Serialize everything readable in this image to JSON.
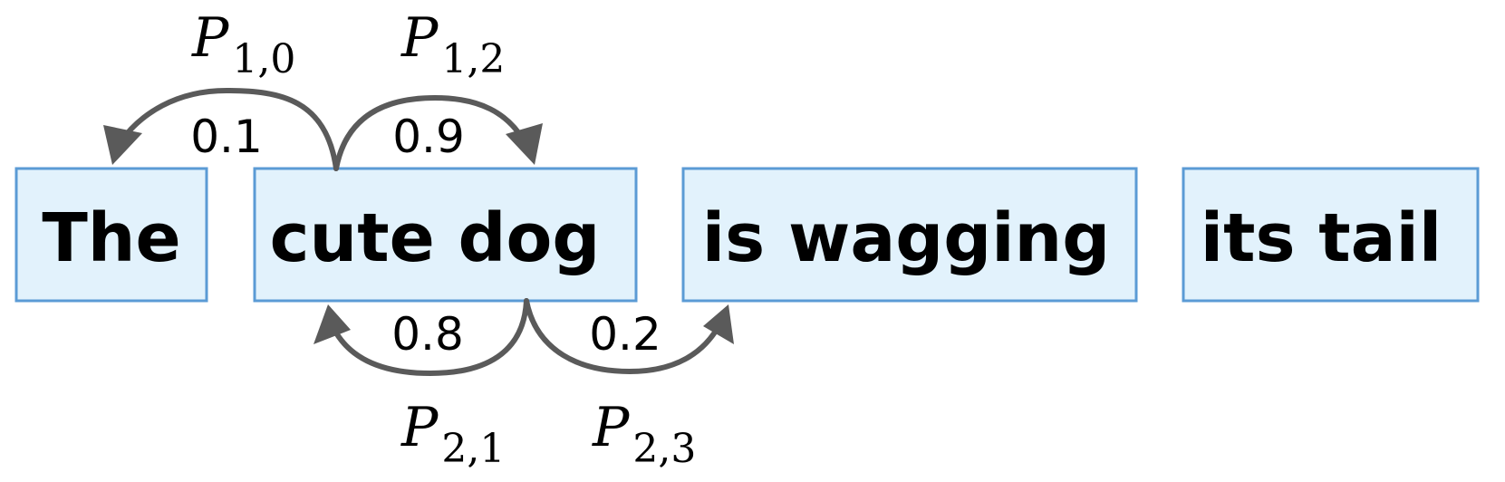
{
  "tokens": [
    "The",
    "cute dog",
    "is wagging",
    "its tail"
  ],
  "transitions": [
    {
      "symbol": "P",
      "subscript": "1,0",
      "probability": "0.1"
    },
    {
      "symbol": "P",
      "subscript": "1,2",
      "probability": "0.9"
    },
    {
      "symbol": "P",
      "subscript": "2,1",
      "probability": "0.8"
    },
    {
      "symbol": "P",
      "subscript": "2,3",
      "probability": "0.2"
    }
  ],
  "colors": {
    "box_fill": "#e2f2fc",
    "box_stroke": "#5b9bd5",
    "arrow": "#5a5a5a"
  }
}
